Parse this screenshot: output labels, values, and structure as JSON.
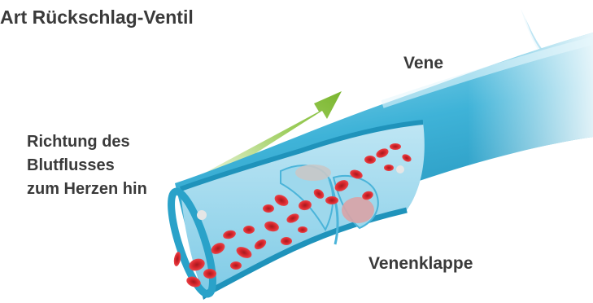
{
  "title": "Art Rückschlag-Ventil",
  "labels": {
    "vein": "Vene",
    "flow_direction": [
      "Richtung des",
      "Blutflusses",
      "zum Herzen hin"
    ],
    "valve": "Venenklappe"
  },
  "colors": {
    "text": "#3a3a3a",
    "vein_light": "#d9f0f8",
    "vein_mid": "#5cc3e0",
    "vein_dark": "#1f93bb",
    "arrow": "#8cc540",
    "blood_cell": "#d8262c"
  },
  "icons": {
    "flow_arrow": "arrow-up-right-icon"
  }
}
